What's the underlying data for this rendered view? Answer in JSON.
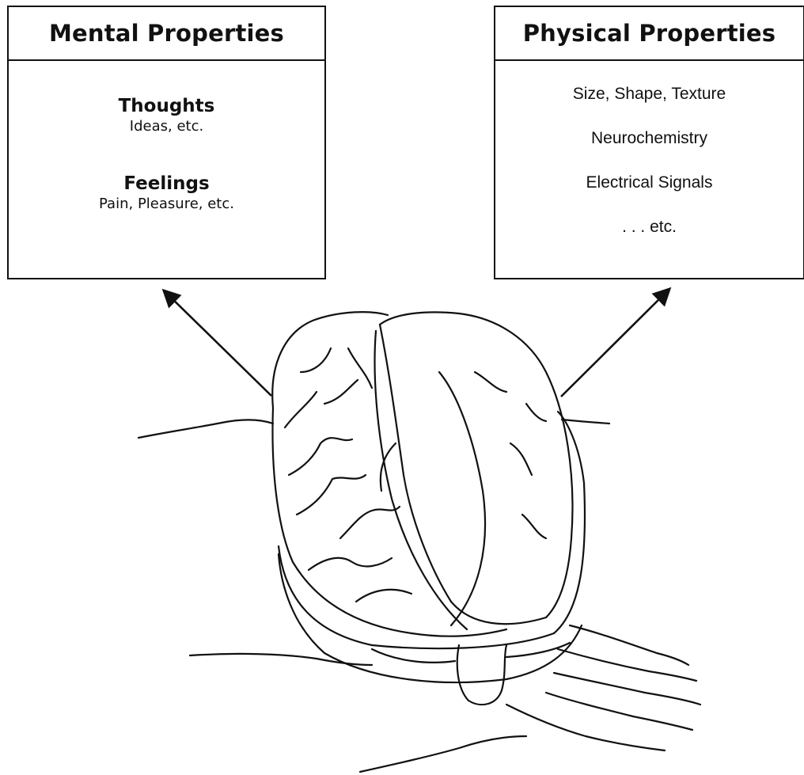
{
  "mental": {
    "header": "Mental Properties",
    "groups": [
      {
        "title": "Thoughts",
        "detail": "Ideas, etc."
      },
      {
        "title": "Feelings",
        "detail": "Pain, Pleasure, etc."
      }
    ]
  },
  "physical": {
    "header": "Physical Properties",
    "items": [
      "Size, Shape, Texture",
      "Neurochemistry",
      "Electrical Signals",
      ". . . etc."
    ]
  },
  "icons": {
    "illustration": "brain-illustration-icon",
    "arrows": "arrow-up-left-icon, arrow-up-right-icon"
  }
}
